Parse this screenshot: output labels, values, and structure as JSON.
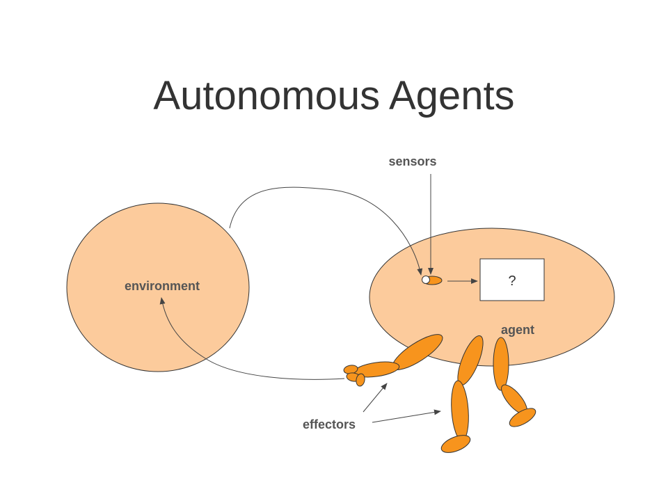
{
  "title": "Autonomous Agents",
  "labels": {
    "sensors": "sensors",
    "environment": "environment",
    "agent": "agent",
    "effectors": "effectors",
    "unknown_box": "?"
  },
  "colors": {
    "ellipse_fill": "#fccb9c",
    "limb_fill": "#f7941d",
    "stroke": "#333333",
    "text": "#555555"
  }
}
